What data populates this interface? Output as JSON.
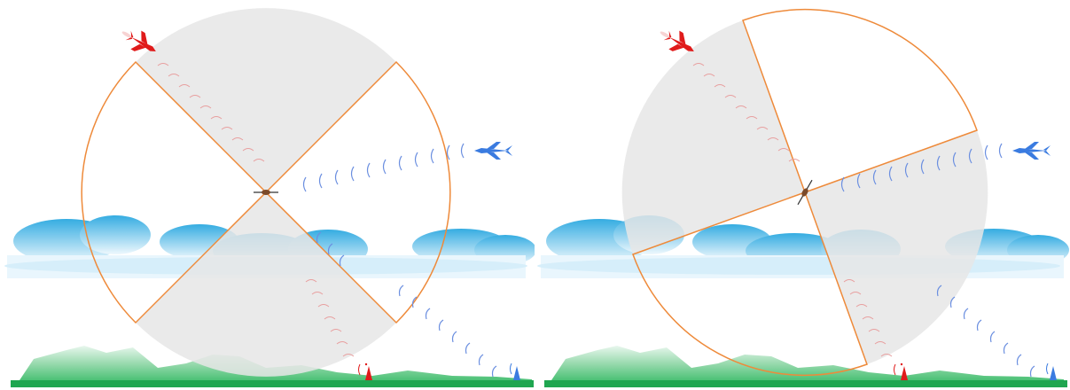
{
  "panels": [
    {
      "id": "left",
      "orientation_deg": 0
    },
    {
      "id": "right",
      "orientation_deg": 20
    }
  ],
  "colors": {
    "sector_fill": "#e6e6e6",
    "sector_outline": "#ee8a3a",
    "enemy_red": "#e01b1b",
    "friendly_blue": "#3a7be0",
    "wave_red": "#e8a0a0",
    "wave_blue": "#6b8fe0",
    "cloud_light": "#d9f0fb",
    "cloud_dark": "#2aa8e0",
    "ground_green": "#1fa650",
    "hill_green": "#2eb860"
  },
  "icons": {
    "enemy_jet": "red-jet-icon",
    "friendly_jet": "blue-jet-icon",
    "drone": "drone-icon",
    "enemy_antenna": "red-antenna-icon",
    "friendly_antenna": "blue-antenna-icon"
  }
}
